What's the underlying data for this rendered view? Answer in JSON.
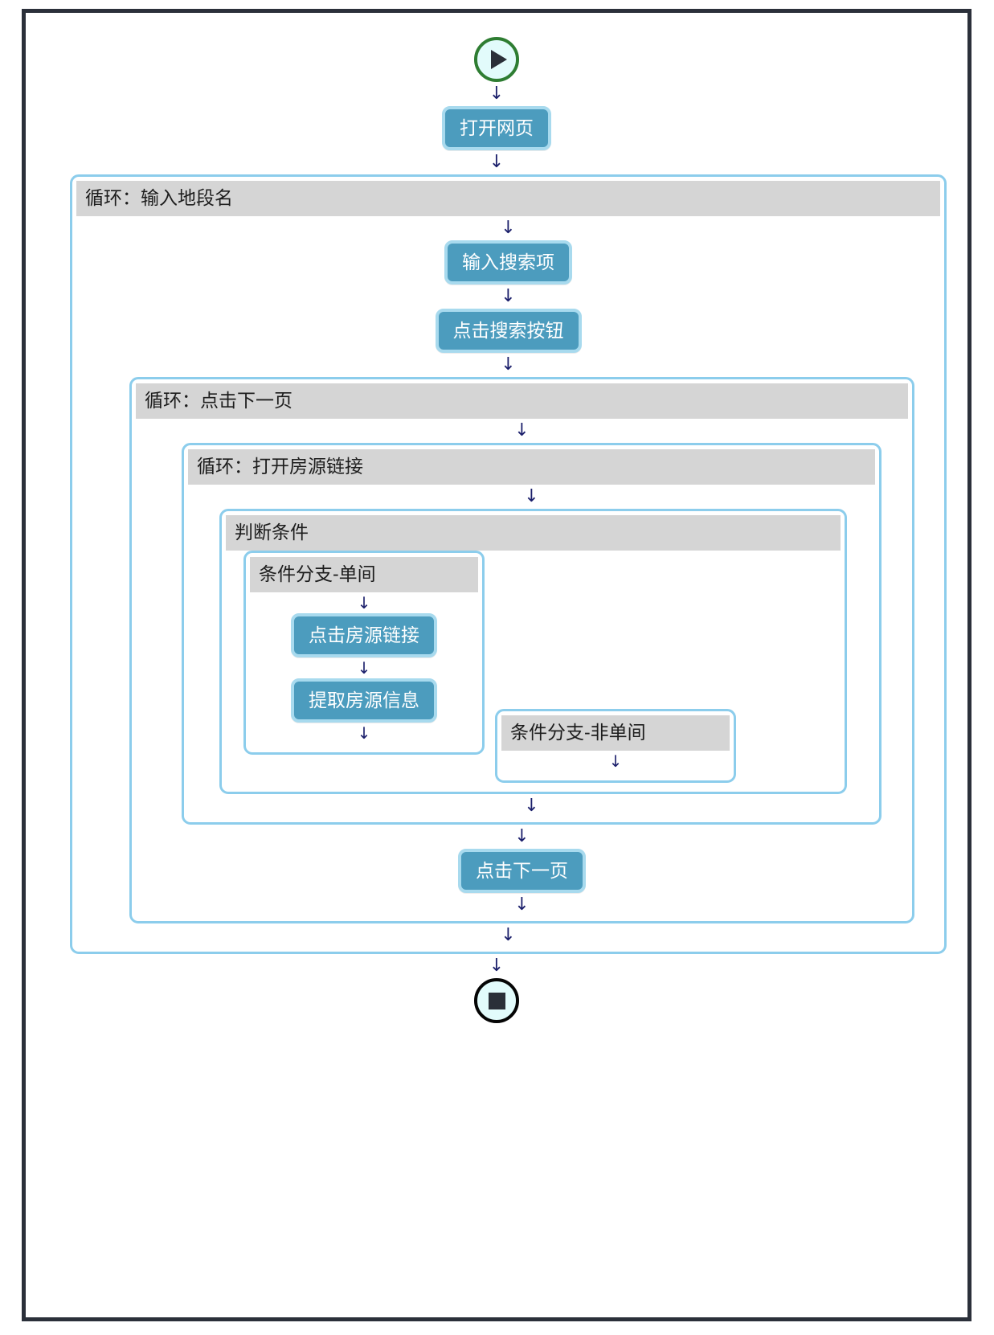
{
  "diagram": {
    "type": "flowchart",
    "title": "",
    "start_node": {
      "icon": "play-icon",
      "label": ""
    },
    "end_node": {
      "icon": "stop-icon",
      "label": ""
    },
    "arrow_glyph": "↓",
    "colors": {
      "frame_border": "#2b303a",
      "action_fill": "#4c9cbe",
      "action_border": "#a8daee",
      "action_text": "#ffffff",
      "container_border": "#8ccdec",
      "container_header_fill": "#d5d5d5",
      "container_header_text": "#1d1d1d",
      "start_ring": "#2e7d32",
      "end_ring": "#050505",
      "terminator_fill": "#e2fbfb",
      "arrow": "#1b1f6b"
    },
    "steps": {
      "open_page": "打开网页",
      "loop_district": "循环：输入地段名",
      "input_search_term": "输入搜索项",
      "click_search_button": "点击搜索按钮",
      "loop_next_page": "循环：点击下一页",
      "loop_open_listing": "循环：打开房源链接",
      "condition": "判断条件",
      "branch_single": "条件分支-单间",
      "branch_not_single": "条件分支-非单间",
      "click_listing_link": "点击房源链接",
      "extract_listing_info": "提取房源信息",
      "click_next_page": "点击下一页"
    }
  }
}
